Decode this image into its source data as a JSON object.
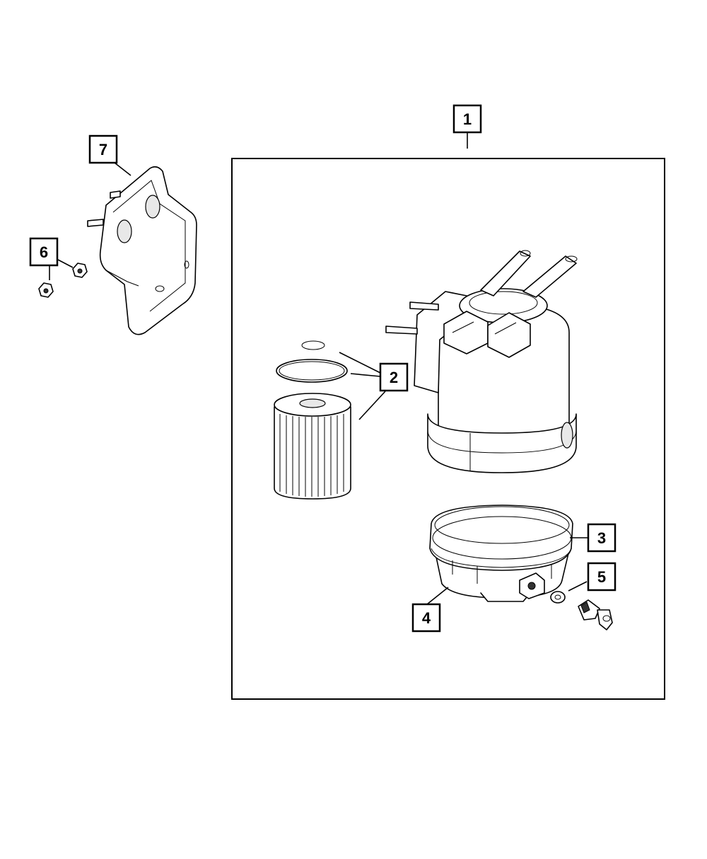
{
  "callouts": [
    {
      "id": "1",
      "label": "1"
    },
    {
      "id": "2",
      "label": "2"
    },
    {
      "id": "3",
      "label": "3"
    },
    {
      "id": "4",
      "label": "4"
    },
    {
      "id": "5",
      "label": "5"
    },
    {
      "id": "6",
      "label": "6"
    },
    {
      "id": "7",
      "label": "7"
    }
  ],
  "colors": {
    "line": "#000000",
    "background": "#ffffff"
  },
  "parts": [
    {
      "callout": "1",
      "component": "fuel-filter-housing-assembly"
    },
    {
      "callout": "2",
      "component": "filter-element-and-o-rings"
    },
    {
      "callout": "3",
      "component": "seal-ring"
    },
    {
      "callout": "4",
      "component": "filter-bowl"
    },
    {
      "callout": "5",
      "component": "sensor-and-washer"
    },
    {
      "callout": "6",
      "component": "nuts"
    },
    {
      "callout": "7",
      "component": "mounting-bracket"
    }
  ]
}
